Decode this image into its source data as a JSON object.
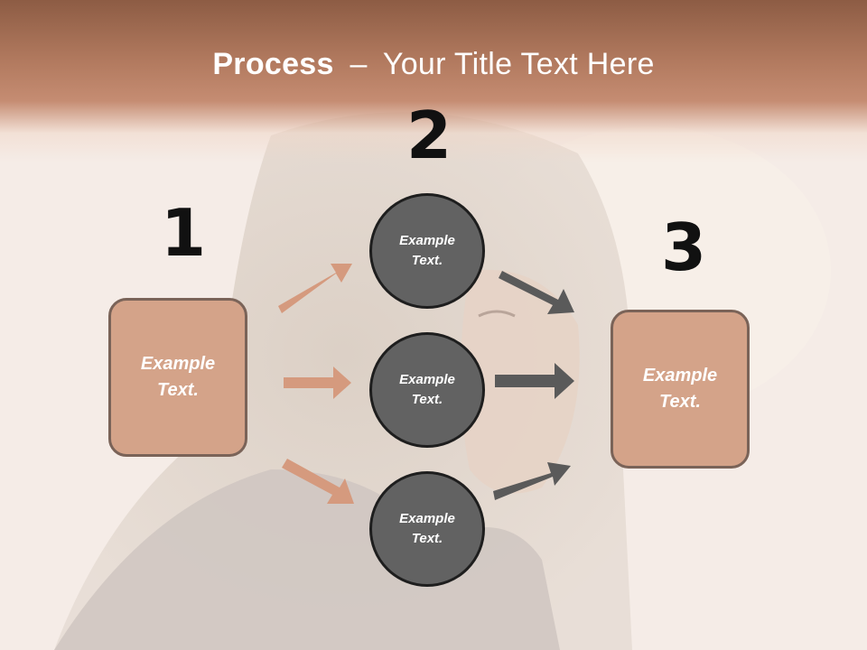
{
  "title": {
    "bold": "Process",
    "separator": "–",
    "rest": "Your Title Text Here"
  },
  "steps": {
    "step1": {
      "number": "1",
      "line1": "Example",
      "line2": "Text."
    },
    "step2": {
      "number": "2"
    },
    "step3": {
      "number": "3",
      "line1": "Example",
      "line2": "Text."
    }
  },
  "circles": [
    {
      "line1": "Example",
      "line2": "Text."
    },
    {
      "line1": "Example",
      "line2": "Text."
    },
    {
      "line1": "Example",
      "line2": "Text."
    }
  ],
  "colors": {
    "title_band": "#b27a5f",
    "box_fill": "#d4a389",
    "box_border": "#7a6358",
    "circle_fill": "#626262",
    "circle_border": "#1e1e1e",
    "arrow_left": "#d59a7e",
    "arrow_right": "#5a5a5a"
  }
}
